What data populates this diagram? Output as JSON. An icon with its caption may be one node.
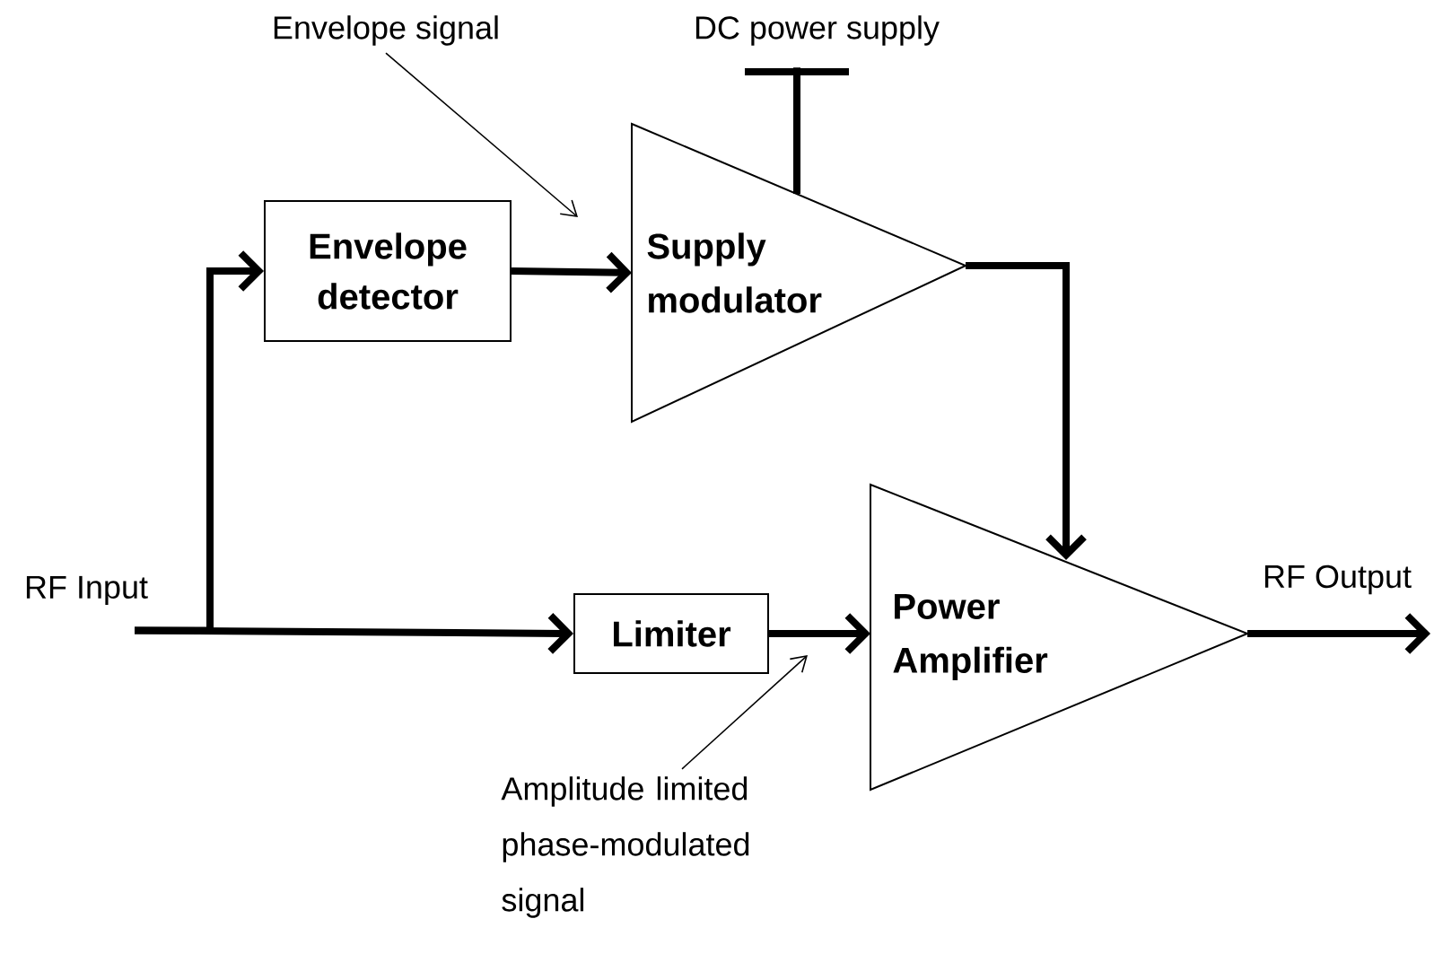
{
  "diagram": {
    "nodes": [
      {
        "text": [
          "RF Input"
        ]
      },
      {
        "text": [
          "Envelope detector"
        ]
      },
      {
        "text": [
          "Supply modulator"
        ]
      },
      {
        "text": [
          "Limiter"
        ]
      },
      {
        "text": [
          "Power Amplifier"
        ]
      },
      {
        "text": [
          "RF Output"
        ]
      },
      {
        "text": [
          "DC power supply"
        ]
      },
      {
        "text": [
          "Envelope signal"
        ]
      },
      {
        "text": [
          "Amplitude limited phase-modulated signal"
        ]
      }
    ],
    "edges": [
      {
        "from": 0,
        "to": 1,
        "arrow": "to"
      },
      {
        "from": 0,
        "to": 3,
        "arrow": "to"
      },
      {
        "from": 1,
        "to": 2,
        "arrow": "to"
      },
      {
        "from": 2,
        "to": 4,
        "arrow": "to"
      },
      {
        "from": 3,
        "to": 4,
        "arrow": "to"
      },
      {
        "from": 4,
        "to": 5,
        "arrow": "to"
      },
      {
        "from": 6,
        "to": 2,
        "arrow": "none"
      },
      {
        "from": 7,
        "to": null,
        "arrow": "to"
      },
      {
        "from": 8,
        "to": null,
        "arrow": "to"
      }
    ]
  }
}
